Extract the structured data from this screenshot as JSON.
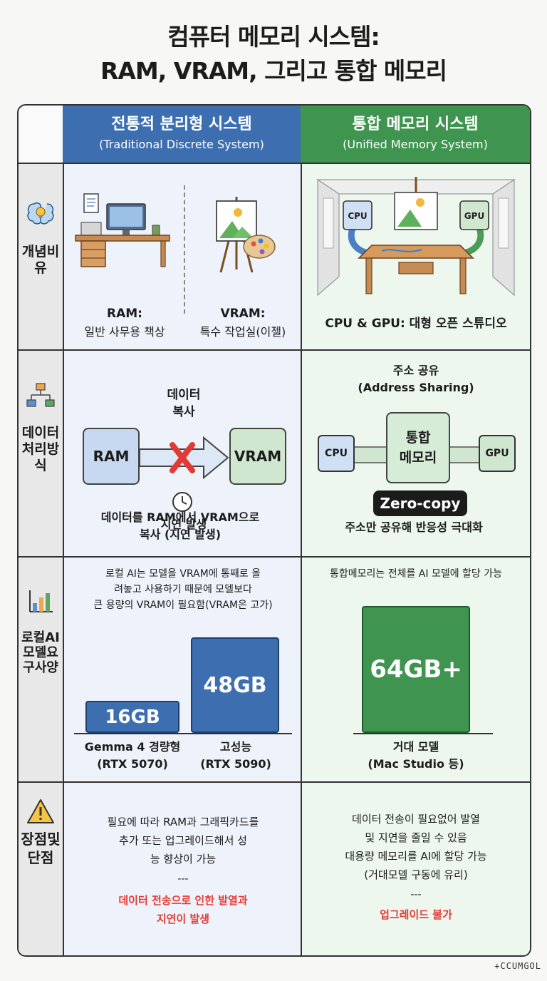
{
  "title": {
    "line1": "컴퓨터 메모리 시스템:",
    "line2": "RAM, VRAM, 그리고 통합 메모리"
  },
  "columns": {
    "left": {
      "title": "전통적 분리형 시스템",
      "subtitle": "(Traditional Discrete System)",
      "color": "#3d6fb0"
    },
    "right": {
      "title": "통합 메모리 시스템",
      "subtitle": "(Unified Memory System)",
      "color": "#3f9550"
    }
  },
  "rows": {
    "analogy": {
      "label": "개념비유",
      "icon": "brain-lightbulb-icon",
      "left_a": {
        "title": "RAM:",
        "caption": "일반 사무용 책상",
        "icon": "office-desk-icon"
      },
      "left_b": {
        "title": "VRAM:",
        "caption": "특수 작업실(이젤)",
        "icon": "easel-icon"
      },
      "right": {
        "caption": "CPU & GPU: 대형 오픈 스튜디오",
        "icon": "open-studio-icon",
        "chip_cpu": "CPU",
        "chip_gpu": "GPU"
      }
    },
    "data_flow": {
      "label": "데이터처리방식",
      "icon": "flowchart-icon",
      "left": {
        "copy_label_1": "데이터",
        "copy_label_2": "복사",
        "ram": "RAM",
        "vram": "VRAM",
        "delay": "지연 발생",
        "caption_1": "데이터를 RAM에서 VRAM으로",
        "caption_2": "복사 (지연 발생)"
      },
      "right": {
        "share_1": "주소 공유",
        "share_2": "(Address Sharing)",
        "cpu": "CPU",
        "gpu": "GPU",
        "unified_1": "통합",
        "unified_2": "메모리",
        "zero_copy": "Zero-copy",
        "caption": "주소만 공유해 반응성 극대화"
      }
    },
    "requirements": {
      "label": "로컬AI모델요구사양",
      "icon": "bar-chart-icon",
      "left": {
        "note_1": "로컬 AI는 모델을 VRAM에 통째로 올",
        "note_2": "려놓고 사용하기 때문에 모델보다",
        "note_3": "큰 용량의 VRAM이 필요함(VRAM은 고가)",
        "bar1_label": "16GB",
        "bar1_value": 16,
        "bar1_caption_1": "Gemma 4 경량형",
        "bar1_caption_2": "(RTX 5070)",
        "bar2_label": "48GB",
        "bar2_value": 48,
        "bar2_caption_1": "고성능",
        "bar2_caption_2": "(RTX 5090)",
        "bar_color": "#3d6fb0"
      },
      "right": {
        "note": "통합메모리는 전체를 AI 모델에 할당 가능",
        "bar_label": "64GB+",
        "bar_value": 64,
        "caption_1": "거대 모델",
        "caption_2": "(Mac Studio 등)",
        "bar_color": "#3f9550"
      }
    },
    "pros_cons": {
      "label": "장점및단점",
      "icon": "warning-icon",
      "left": {
        "pro_1": "필요에 따라 RAM과 그래픽카드를",
        "pro_2": "추가 또는 업그레이드해서 성",
        "pro_3": "능 향상이 가능",
        "sep": "---",
        "con_1": "데이터 전송으로 인한 발열과",
        "con_2": "지연이 발생"
      },
      "right": {
        "pro_1": "데이터 전송이 필요없어 발열",
        "pro_2": "및 지연을 줄일 수 있음",
        "pro_3": "대용량 메모리를 AI에 할당 가능",
        "pro_4": "(거대모델 구동에 유리)",
        "sep": "---",
        "con_1": "업그레이드 불가"
      }
    }
  },
  "signature": "+CCUMGOL"
}
